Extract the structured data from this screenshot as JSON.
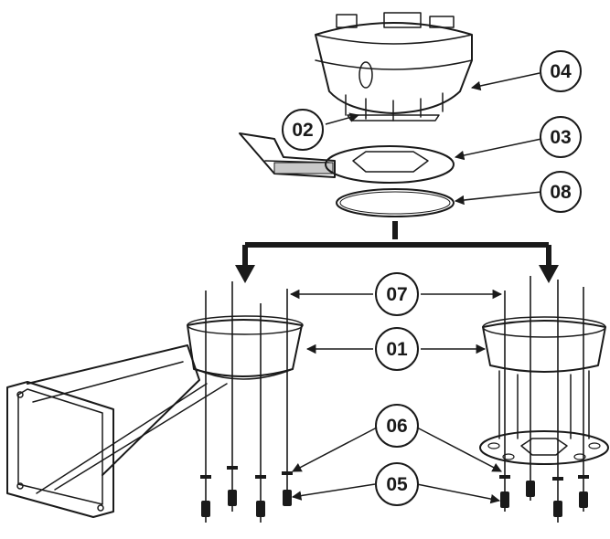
{
  "callouts": {
    "c04": "04",
    "c02": "02",
    "c03": "03",
    "c08": "08",
    "c07": "07",
    "c01": "01",
    "c06": "06",
    "c05": "05"
  },
  "colors": {
    "ink": "#1a1a1a",
    "shade": "#8c8c8c",
    "paper": "#ffffff"
  }
}
